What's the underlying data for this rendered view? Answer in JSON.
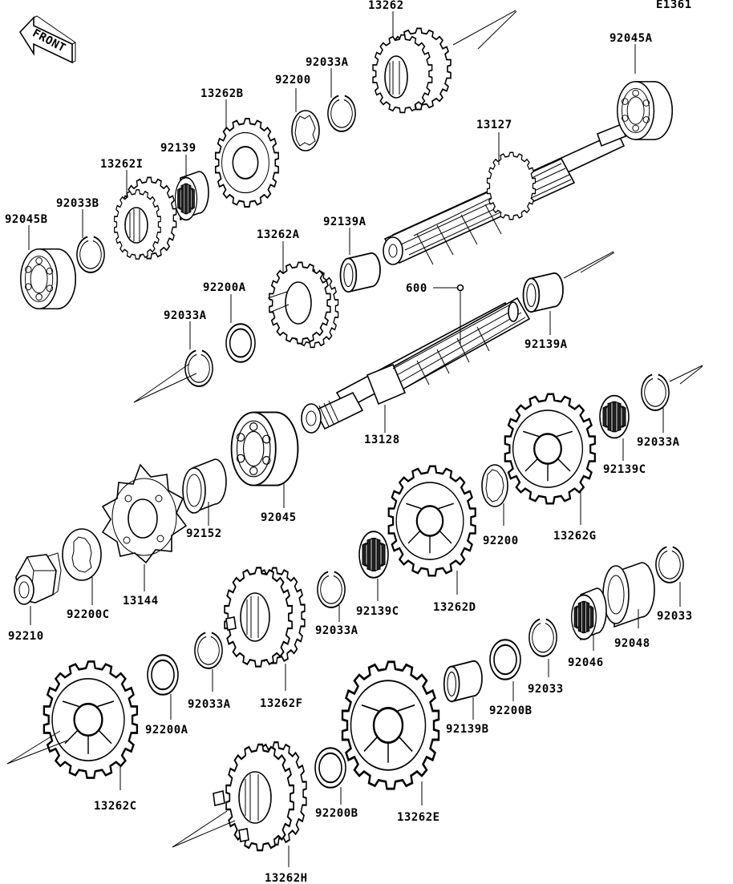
{
  "diagram_code": "E1361",
  "front_label": "FRONT",
  "callouts": {
    "c13262": "13262",
    "c92045A": "92045A",
    "c92033A_top": "92033A",
    "c92200_top": "92200",
    "c13262B": "13262B",
    "c92139": "92139",
    "c13262I": "13262I",
    "c92033B": "92033B",
    "c92045B": "92045B",
    "c13127": "13127",
    "c92139A_1": "92139A",
    "c13262A": "13262A",
    "c92200A_1": "92200A",
    "c92033A_left": "92033A",
    "c600": "600",
    "c92139A_2": "92139A",
    "c13128": "13128",
    "c92033A_right": "92033A",
    "c92139C_1": "92139C",
    "c13262G": "13262G",
    "c92045": "92045",
    "c92152": "92152",
    "c92200_mid": "92200",
    "c13144": "13144",
    "c92200C": "92200C",
    "c92210": "92210",
    "c92139C_2": "92139C",
    "c13262D": "13262D",
    "c92033A_mid": "92033A",
    "c13262F": "13262F",
    "c92033A_low": "92033A",
    "c92200A_2": "92200A",
    "c13262C": "13262C",
    "c92033_r1": "92033",
    "c92048": "92048",
    "c92046": "92046",
    "c92033_r2": "92033",
    "c92200B_1": "92200B",
    "c92139B": "92139B",
    "c13262E": "13262E",
    "c92200B_2": "92200B",
    "c13262H": "13262H"
  }
}
